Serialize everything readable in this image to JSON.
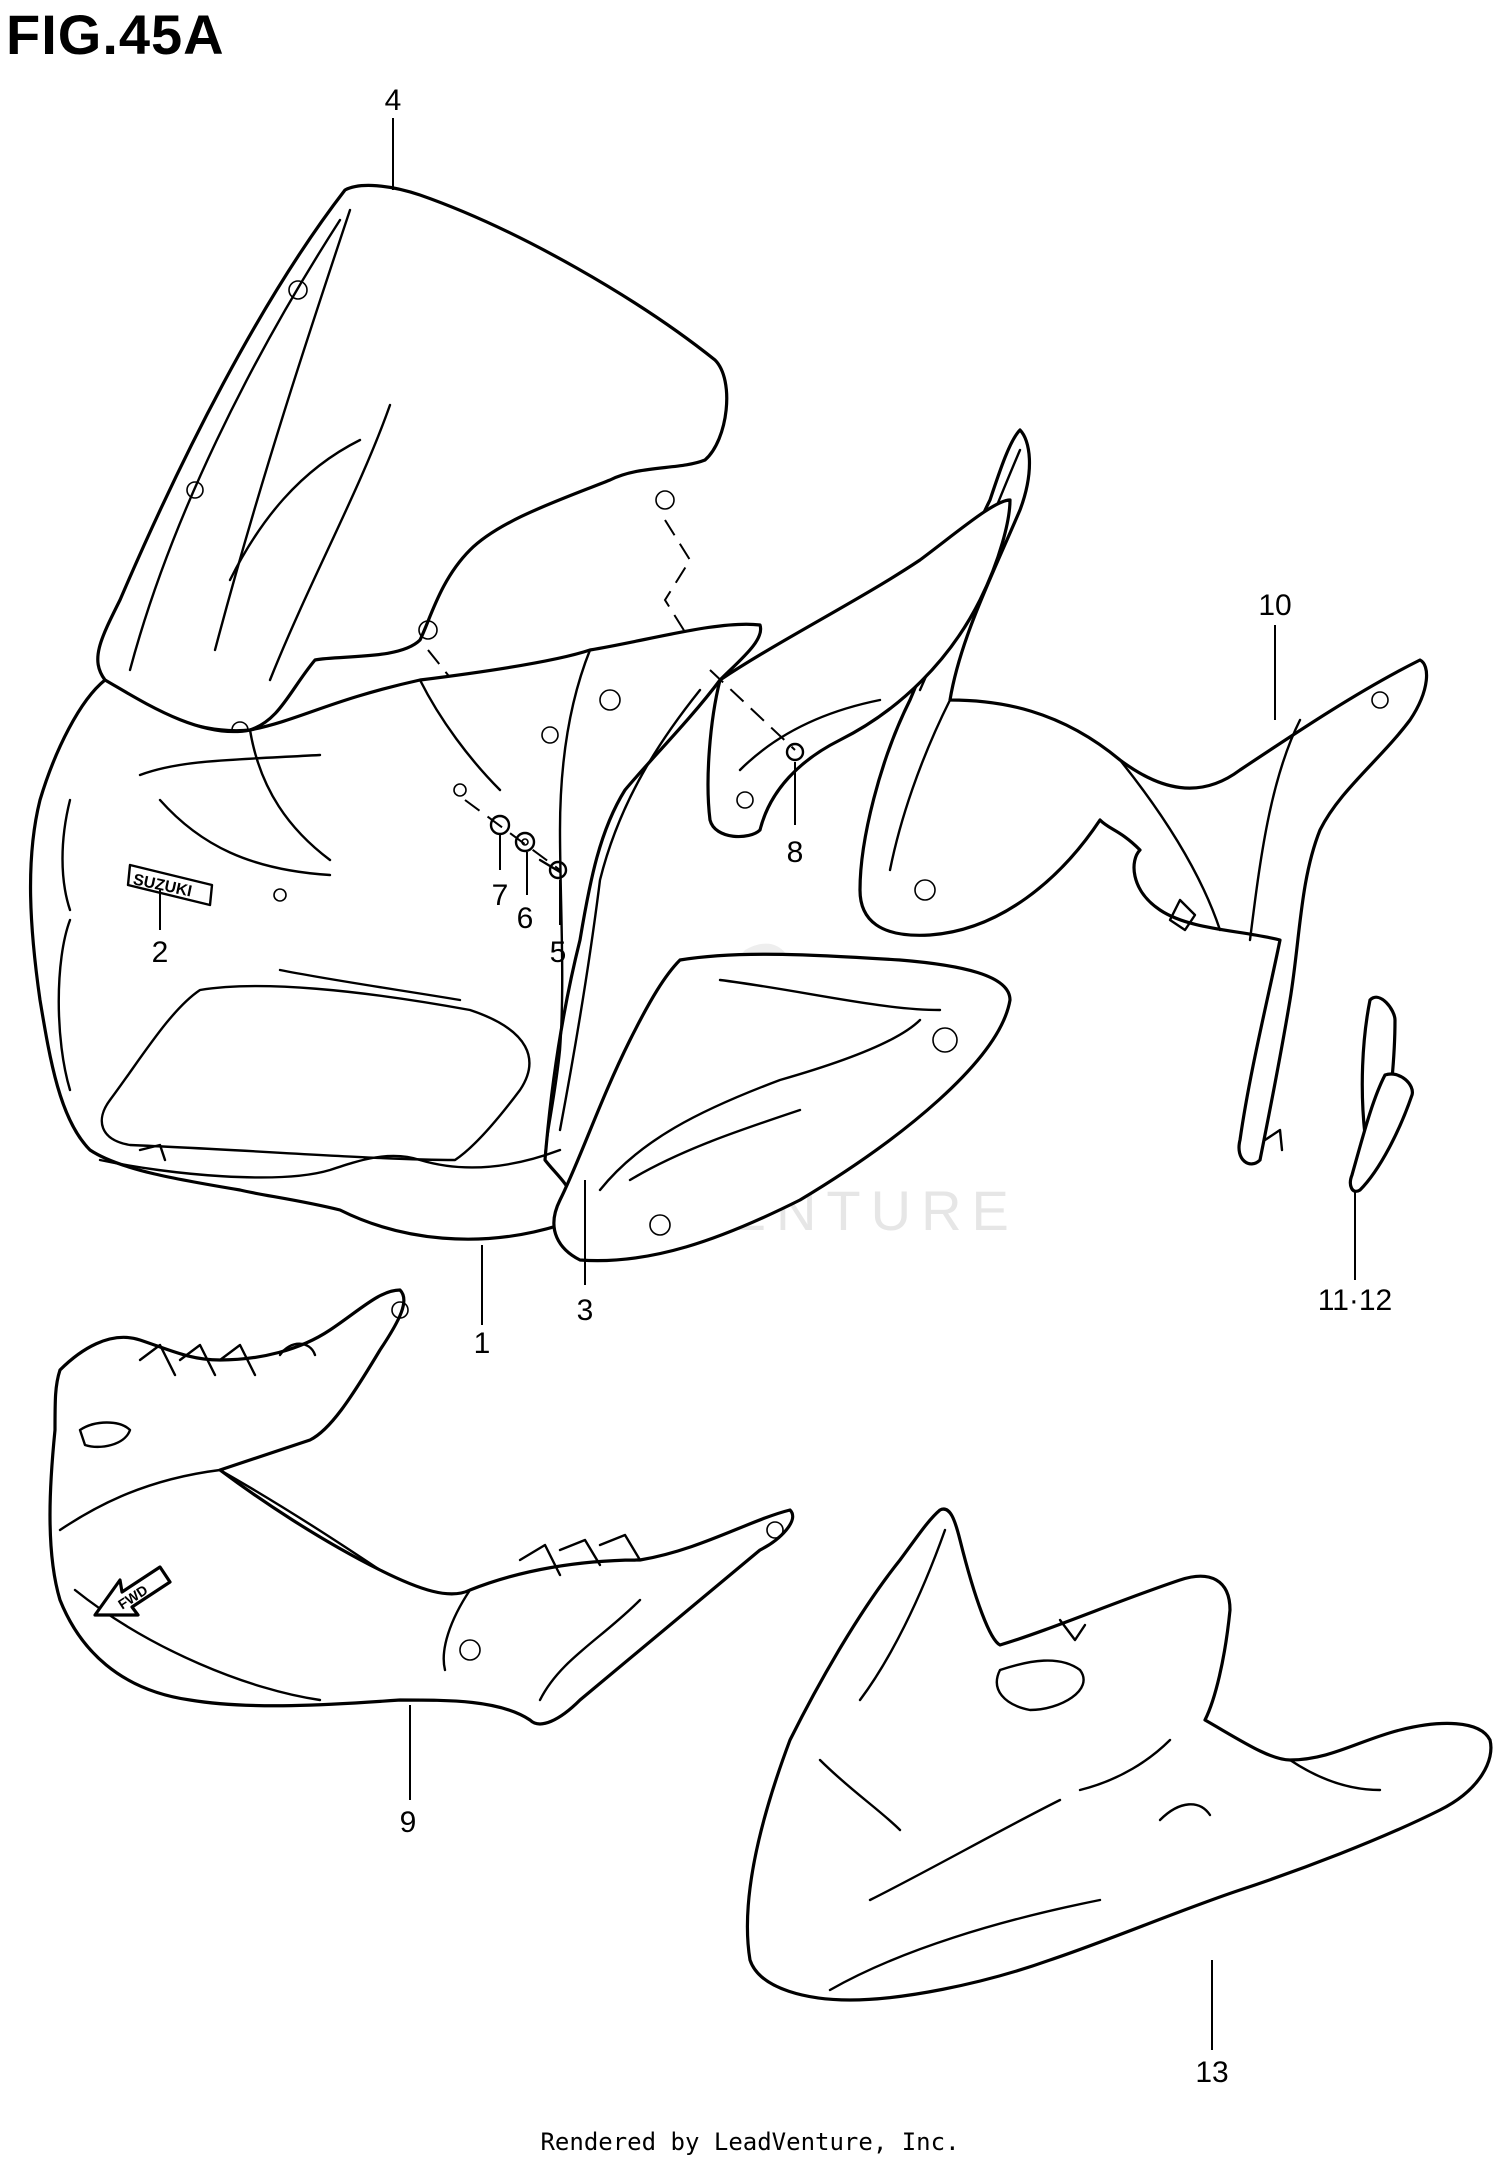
{
  "figure": {
    "title": "FIG.45A"
  },
  "callouts": [
    {
      "id": "1",
      "label": "1"
    },
    {
      "id": "2",
      "label": "2"
    },
    {
      "id": "3",
      "label": "3"
    },
    {
      "id": "4",
      "label": "4"
    },
    {
      "id": "5",
      "label": "5"
    },
    {
      "id": "6",
      "label": "6"
    },
    {
      "id": "7",
      "label": "7"
    },
    {
      "id": "8",
      "label": "8"
    },
    {
      "id": "9",
      "label": "9"
    },
    {
      "id": "10",
      "label": "10"
    },
    {
      "id": "11-12",
      "label": "11·12"
    },
    {
      "id": "13",
      "label": "13"
    }
  ],
  "emblem_text": "SUZUKI",
  "fwd_arrow_text": "FWD",
  "watermark": "LEADVENTURE",
  "footer": {
    "credit": "Rendered by LeadVenture, Inc."
  }
}
